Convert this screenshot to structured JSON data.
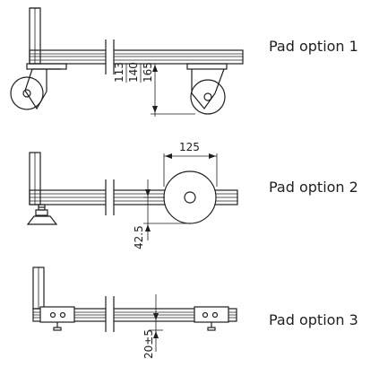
{
  "options": [
    {
      "label": "Pad option 1",
      "dims": [
        "113",
        "140",
        "165"
      ]
    },
    {
      "label": "Pad option 2",
      "dims": [
        "125",
        "42.5"
      ]
    },
    {
      "label": "Pad option 3",
      "dims": [
        "20±5"
      ]
    }
  ]
}
